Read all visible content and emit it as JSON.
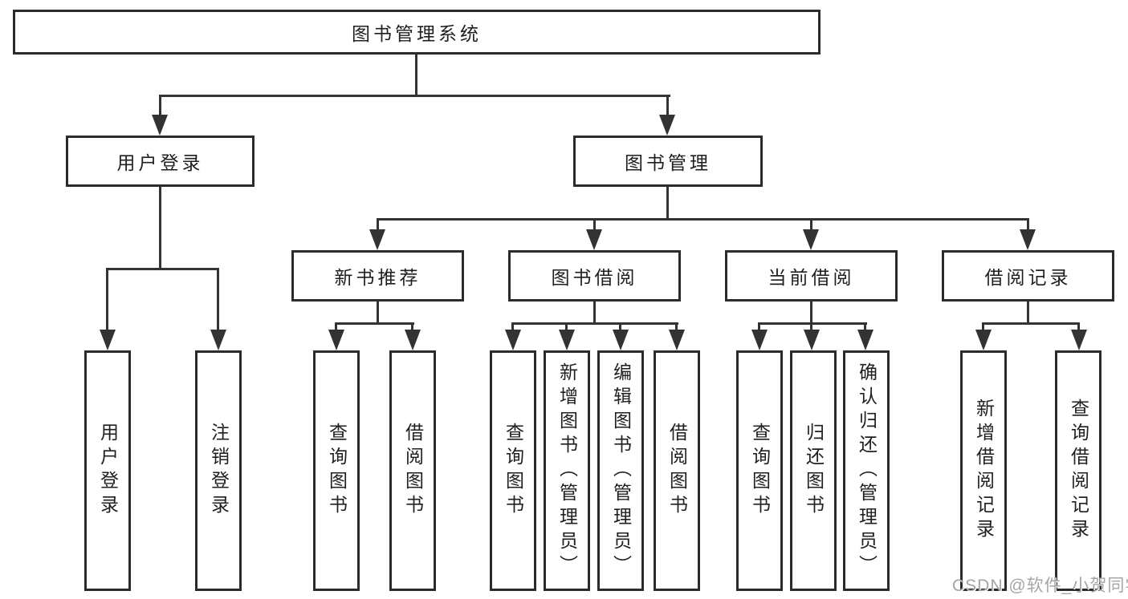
{
  "colors": {
    "line": "#333333",
    "border": "#2b2b2b",
    "text": "#1f1f1f",
    "background": "#ffffff",
    "watermark": "#a5a5a5"
  },
  "tree": {
    "root": "图书管理系统",
    "branches": [
      {
        "label": "用户登录",
        "children": [
          "用户登录",
          "注销登录"
        ]
      },
      {
        "label": "图书管理",
        "sections": [
          {
            "label": "新书推荐",
            "children": [
              "查询图书",
              "借阅图书"
            ]
          },
          {
            "label": "图书借阅",
            "children": [
              "查询图书",
              "新增图书（管理员）",
              "编辑图书（管理员）",
              "借阅图书"
            ]
          },
          {
            "label": "当前借阅",
            "children": [
              "查询图书",
              "归还图书",
              "确认归还（管理员）"
            ]
          },
          {
            "label": "借阅记录",
            "children": [
              "新增借阅记录",
              "查询借阅记录"
            ]
          }
        ]
      }
    ]
  },
  "watermark": {
    "text": "CSDN @软件_小贺同学"
  }
}
